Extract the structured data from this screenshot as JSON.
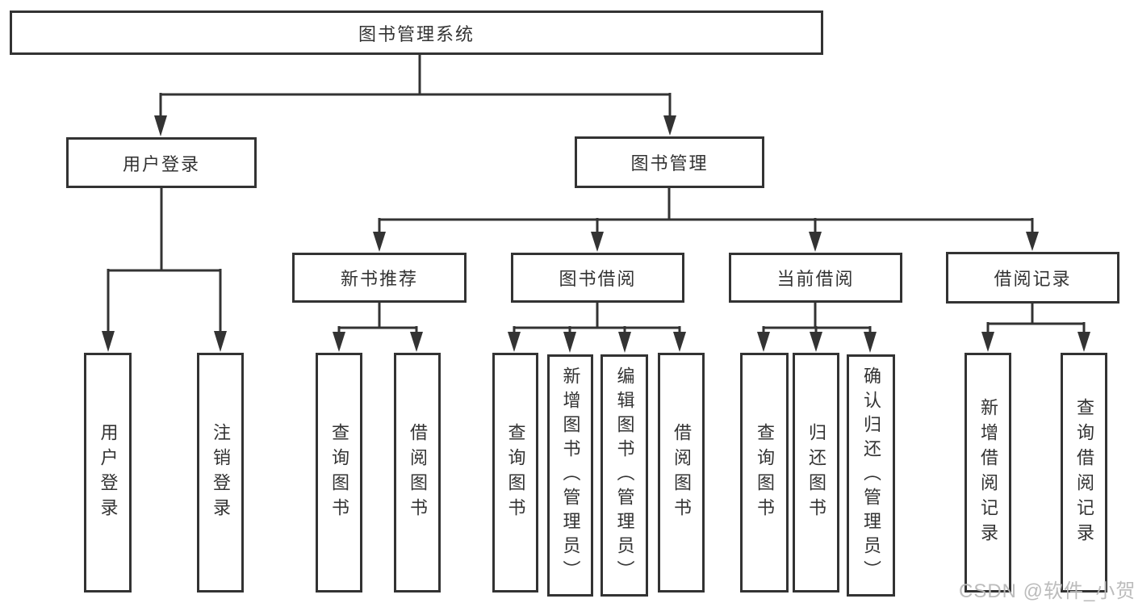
{
  "diagram": {
    "root": {
      "label": "图书管理系统"
    },
    "branches": [
      {
        "label": "用户登录",
        "children": [
          {
            "label": "用户登录"
          },
          {
            "label": "注销登录"
          }
        ]
      },
      {
        "label": "图书管理",
        "children": [
          {
            "label": "新书推荐",
            "children": [
              {
                "label": "查询图书"
              },
              {
                "label": "借阅图书"
              }
            ]
          },
          {
            "label": "图书借阅",
            "children": [
              {
                "label": "查询图书"
              },
              {
                "label": "新增图书（管理员）"
              },
              {
                "label": "编辑图书（管理员）"
              },
              {
                "label": "借阅图书"
              }
            ]
          },
          {
            "label": "当前借阅",
            "children": [
              {
                "label": "查询图书"
              },
              {
                "label": "归还图书"
              },
              {
                "label": "确认归还（管理员）"
              }
            ]
          },
          {
            "label": "借阅记录",
            "children": [
              {
                "label": "新增借阅记录"
              },
              {
                "label": "查询借阅记录"
              }
            ]
          }
        ]
      }
    ]
  },
  "watermark": {
    "text": "CSDN @软件_小贺同学"
  },
  "colors": {
    "line": "#333333",
    "text": "#333333",
    "box_background": "#ffffff",
    "watermark": "#b8b8b8"
  }
}
